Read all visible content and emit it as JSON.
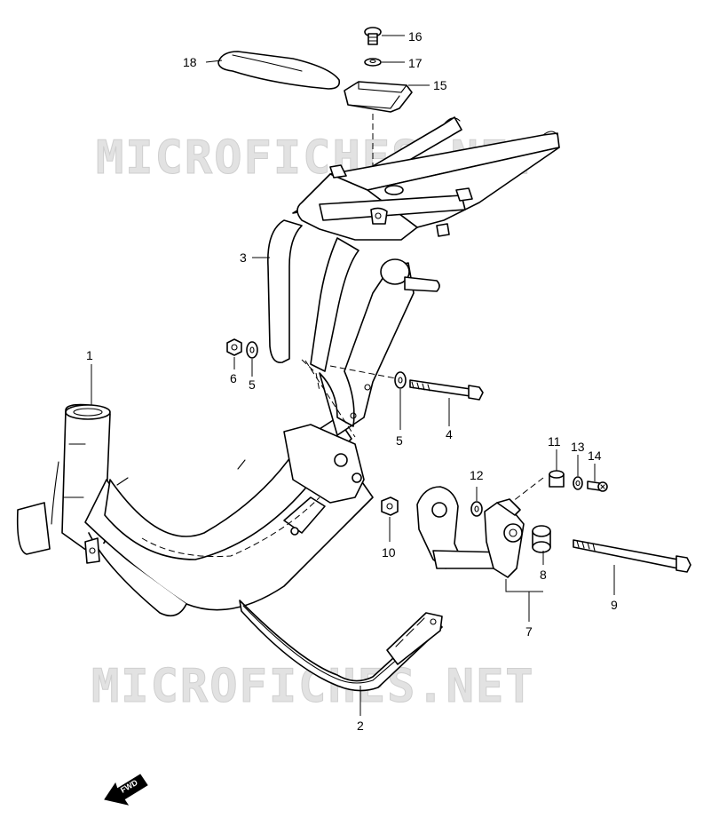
{
  "watermark": {
    "text": "MICROFICHES.NET"
  },
  "fwd_label": "FWD",
  "callouts": [
    {
      "id": "1",
      "label": "1"
    },
    {
      "id": "2",
      "label": "2"
    },
    {
      "id": "3",
      "label": "3"
    },
    {
      "id": "4",
      "label": "4"
    },
    {
      "id": "5a",
      "label": "5"
    },
    {
      "id": "5b",
      "label": "5"
    },
    {
      "id": "6",
      "label": "6"
    },
    {
      "id": "7",
      "label": "7"
    },
    {
      "id": "8",
      "label": "8"
    },
    {
      "id": "9",
      "label": "9"
    },
    {
      "id": "10",
      "label": "10"
    },
    {
      "id": "11",
      "label": "11"
    },
    {
      "id": "12",
      "label": "12"
    },
    {
      "id": "13",
      "label": "13"
    },
    {
      "id": "14",
      "label": "14"
    },
    {
      "id": "15",
      "label": "15"
    },
    {
      "id": "16",
      "label": "16"
    },
    {
      "id": "17",
      "label": "17"
    },
    {
      "id": "18",
      "label": "18"
    }
  ]
}
